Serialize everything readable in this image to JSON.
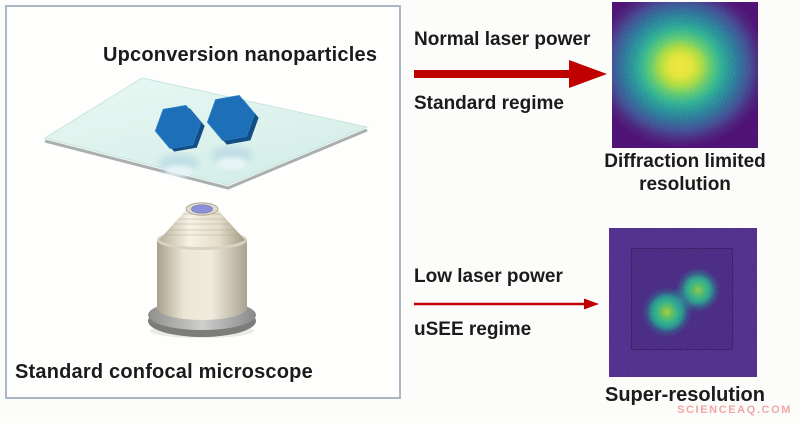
{
  "left_panel": {
    "title": "Upconversion nanoparticles",
    "caption": "Standard confocal microscope",
    "illustration": {
      "slide": "glass slide with two blue hexagonal nanoparticles",
      "objective": "confocal microscope objective lens"
    }
  },
  "flows": {
    "standard": {
      "power_label": "Normal laser power",
      "regime_label": "Standard regime",
      "result_line1": "Diffraction limited",
      "result_line2": "resolution"
    },
    "usee": {
      "power_label": "Low laser power",
      "regime_label": "uSEE regime",
      "result_label": "Super-resolution"
    }
  },
  "images": {
    "diffraction": "single diffuse fluorescence spot, viridis colormap",
    "superres": "two resolved fluorescence spots, viridis colormap"
  },
  "watermark": "SCIENCEAQ.COM",
  "colors": {
    "arrow_red": "#c00000",
    "text": "#1b1b1b",
    "panel_border": "#a9b8c6",
    "nanoparticle_blue": "#1d6fb8",
    "nanoparticle_blue_dark": "#134e84",
    "slide_cyan": "#ddf1ec",
    "viridis_background": "#471169",
    "superres_background": "#4a2d80",
    "viridis_core_yellow": "#eee43a",
    "watermark_pink": "#f2a8a6"
  }
}
